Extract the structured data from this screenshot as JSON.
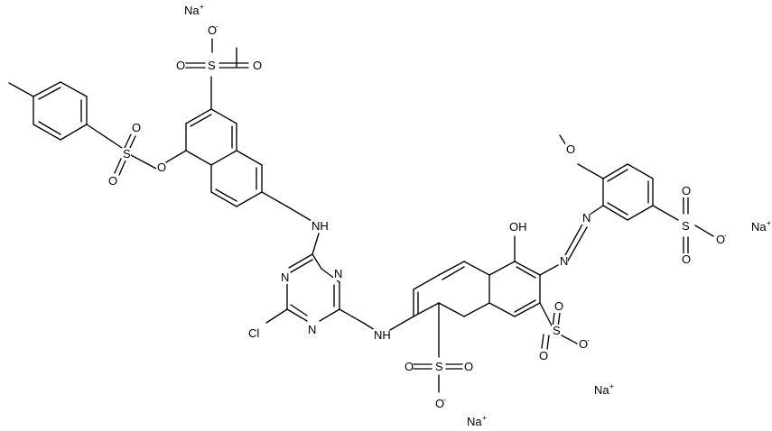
{
  "labels": {
    "na": "Na",
    "na_charge": "+",
    "o": "O",
    "s": "S",
    "n": "N",
    "cl": "Cl",
    "nh": "NH",
    "oh": "OH",
    "neg": "-"
  }
}
